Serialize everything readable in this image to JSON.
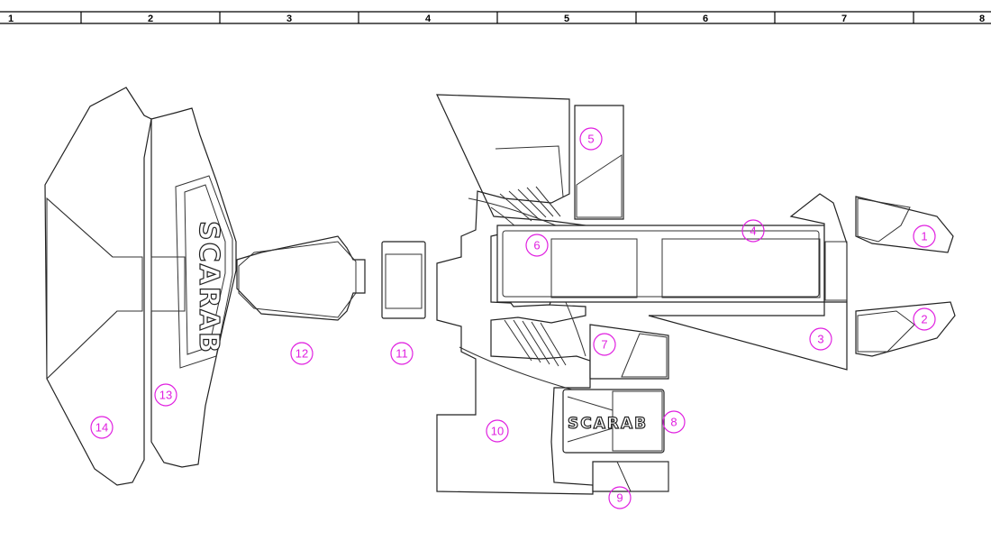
{
  "ruler": {
    "labels": [
      "1",
      "2",
      "3",
      "4",
      "5",
      "6",
      "7",
      "8"
    ]
  },
  "brand": {
    "text": "SCARAB"
  },
  "colors": {
    "label": "#e020e0",
    "line": "#222222",
    "ruler": "#000000"
  },
  "parts": [
    {
      "id": "part-1",
      "label": "1"
    },
    {
      "id": "part-2",
      "label": "2"
    },
    {
      "id": "part-3",
      "label": "3"
    },
    {
      "id": "part-4",
      "label": "4"
    },
    {
      "id": "part-5",
      "label": "5"
    },
    {
      "id": "part-6",
      "label": "6"
    },
    {
      "id": "part-7",
      "label": "7"
    },
    {
      "id": "part-8",
      "label": "8"
    },
    {
      "id": "part-9",
      "label": "9"
    },
    {
      "id": "part-10",
      "label": "10"
    },
    {
      "id": "part-11",
      "label": "11"
    },
    {
      "id": "part-12",
      "label": "12"
    },
    {
      "id": "part-13",
      "label": "13"
    },
    {
      "id": "part-14",
      "label": "14"
    }
  ]
}
